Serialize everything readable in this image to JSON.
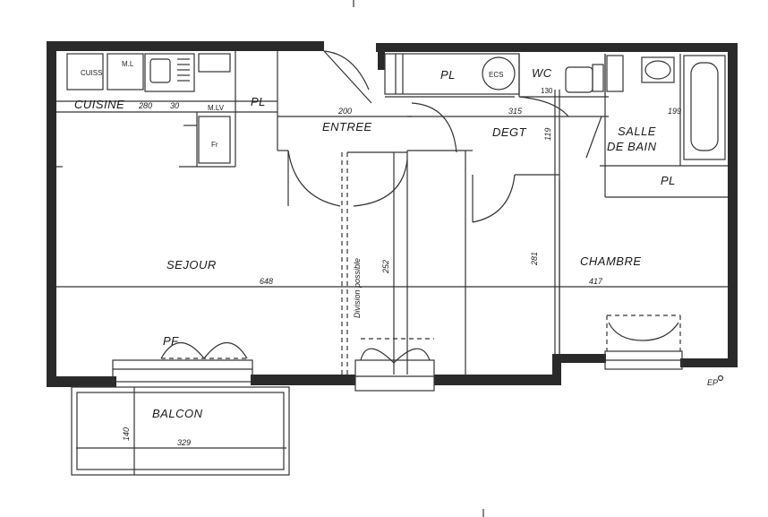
{
  "rooms": {
    "cuisine": "CUISINE",
    "entree": "ENTREE",
    "degt": "DEGT",
    "salle_de_bain_line1": "SALLE",
    "salle_de_bain_line2": "DE BAIN",
    "sejour": "SEJOUR",
    "chambre": "CHAMBRE",
    "balcon": "BALCON",
    "wc": "WC"
  },
  "storage": {
    "pl_kitchen": "PL",
    "pl_entry": "PL",
    "pl_chambre": "PL"
  },
  "fixtures": {
    "cuiss": "CUISS",
    "ml": "M.L",
    "mlv": "M.LV",
    "fr": "Fr",
    "ecs": "ECS",
    "pf": "PF",
    "ep": "EP"
  },
  "dimensions": {
    "cuisine_280": "280",
    "cuisine_30": "30",
    "entree_200": "200",
    "degt_315": "315",
    "degt_119": "119",
    "sdb_199": "199",
    "wc_130": "130",
    "sejour_648": "648",
    "chambre_417": "417",
    "vertical_252": "252",
    "chambre_281": "281",
    "balcon_140": "140",
    "balcon_329": "329"
  },
  "notes": {
    "division": "Division possible"
  }
}
